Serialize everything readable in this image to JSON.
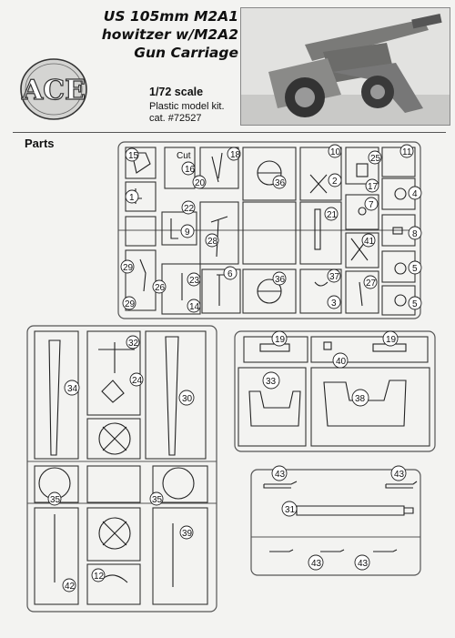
{
  "header": {
    "title_lines": [
      "US 105mm M2A1",
      "howitzer  w/M2A2",
      "Gun Carriage"
    ],
    "logo_text": "ACE",
    "scale": "1/72 scale",
    "kit_type": "Plastic model kit.",
    "catalog": "cat. #72527"
  },
  "section": {
    "label": "Parts"
  },
  "sprue_a_numbers": {
    "p15": "15",
    "cut": "Cut",
    "p16": "16",
    "p18": "18",
    "p10": "10",
    "p25": "25",
    "p11": "11",
    "p1": "1",
    "p20": "20",
    "p36a": "36",
    "p2": "2",
    "p17": "17",
    "p4": "4",
    "p22": "22",
    "p7": "7",
    "p9": "9",
    "p28": "28",
    "p21": "21",
    "p8": "8",
    "p41": "41",
    "p29a": "29",
    "p26": "26",
    "p23": "23",
    "p6": "6",
    "p5a": "5",
    "p29b": "29",
    "p14": "14",
    "p36b": "36",
    "p37": "37",
    "p3": "3",
    "p27": "27",
    "p5b": "5"
  },
  "sprue_b_numbers": {
    "p34": "34",
    "p32": "32",
    "p24": "24",
    "p30": "30",
    "p35a": "35",
    "p35b": "35",
    "p39": "39",
    "p42": "42",
    "p12": "12"
  },
  "sprue_c_numbers": {
    "p19a": "19",
    "p19b": "19",
    "p40": "40",
    "p33": "33",
    "p38": "38"
  },
  "sprue_d_numbers": {
    "p43a": "43",
    "p43b": "43",
    "p31": "31",
    "p43c": "43",
    "p43d": "43"
  }
}
